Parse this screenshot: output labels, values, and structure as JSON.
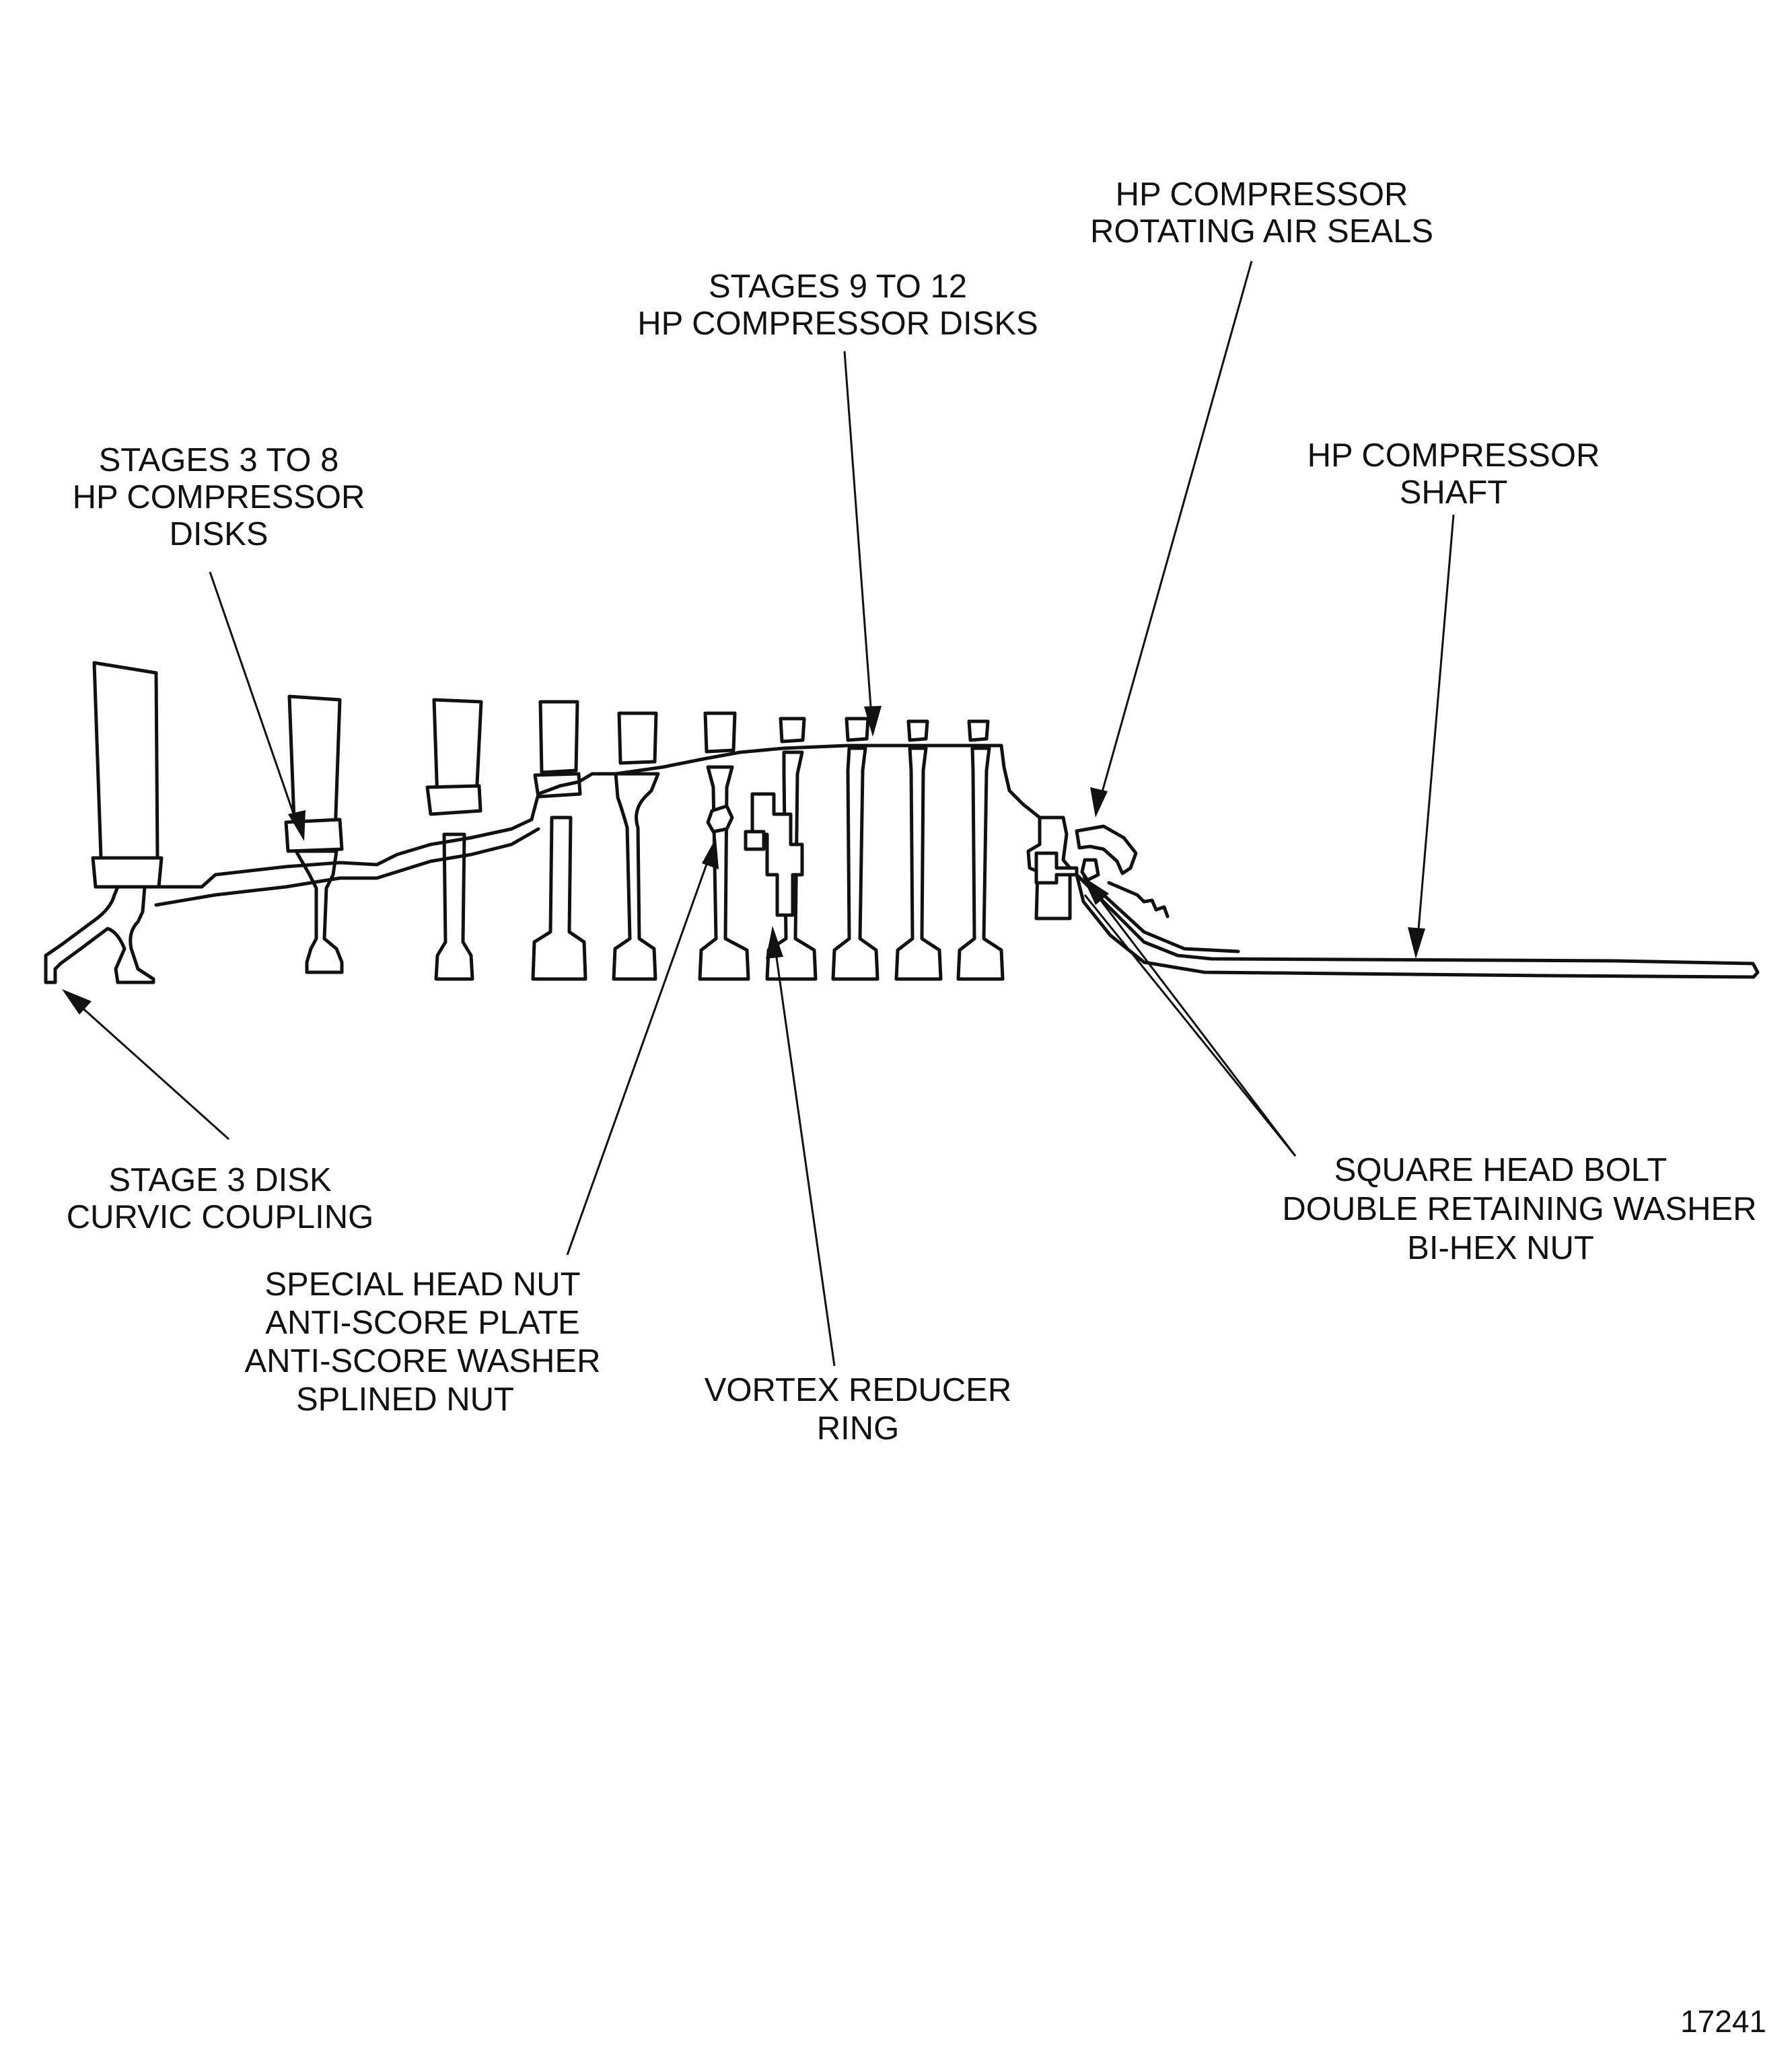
{
  "labels": {
    "stages_3_8": [
      "STAGES 3 TO 8",
      "HP COMPRESSOR",
      "DISKS"
    ],
    "stages_9_12": [
      "STAGES 9 TO 12",
      "HP COMPRESSOR DISKS"
    ],
    "rotating_air_seals": [
      "HP COMPRESSOR",
      "ROTATING AIR SEALS"
    ],
    "shaft": [
      "HP COMPRESSOR",
      "SHAFT"
    ],
    "curvic_coupling": [
      "STAGE 3 DISK",
      "CURVIC COUPLING"
    ],
    "special_head_nut": [
      "SPECIAL HEAD NUT",
      "ANTI-SCORE PLATE",
      "ANTI-SCORE WASHER",
      "SPLINED NUT"
    ],
    "vortex_reducer": [
      "VORTEX REDUCER",
      "RING"
    ],
    "square_head_bolt": [
      "SQUARE HEAD BOLT",
      "DOUBLE RETAINING WASHER",
      "BI-HEX NUT"
    ]
  },
  "figure_number": "17241"
}
